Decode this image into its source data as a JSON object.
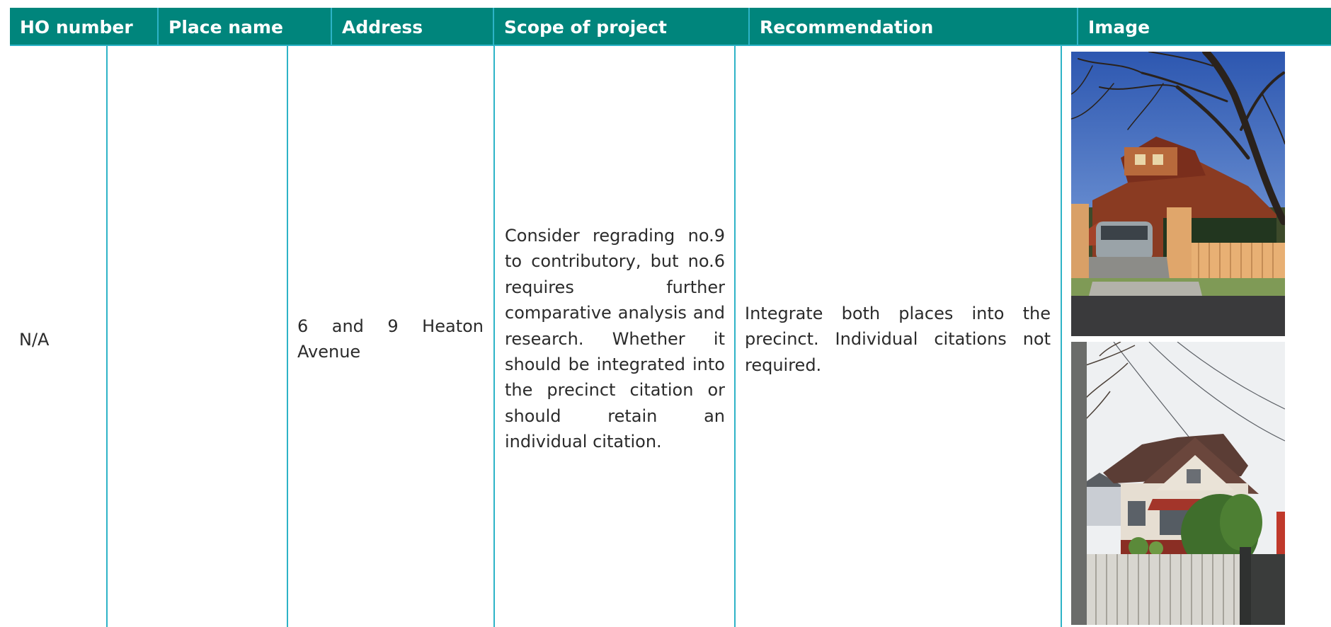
{
  "table": {
    "headers": {
      "ho_number": "HO number",
      "place_name": "Place name",
      "address": "Address",
      "scope": "Scope of project",
      "recommendation": "Recommendation",
      "image": "Image"
    },
    "row": {
      "ho_number": "N/A",
      "place_name": "",
      "address": "6 and 9 Heaton Avenue",
      "scope": "Consider regrading no.9 to contributory, but no.6 requires further comparative analysis and research. Whether it should be integrated into the precinct citation or should retain an individual citation.",
      "recommendation": "Integrate both places into the precinct. Individual citations not required."
    }
  },
  "colors": {
    "header_bg": "#00857c",
    "grid_line": "#2db3c7",
    "header_text": "#ffffff",
    "body_text": "#2b2b2b"
  }
}
